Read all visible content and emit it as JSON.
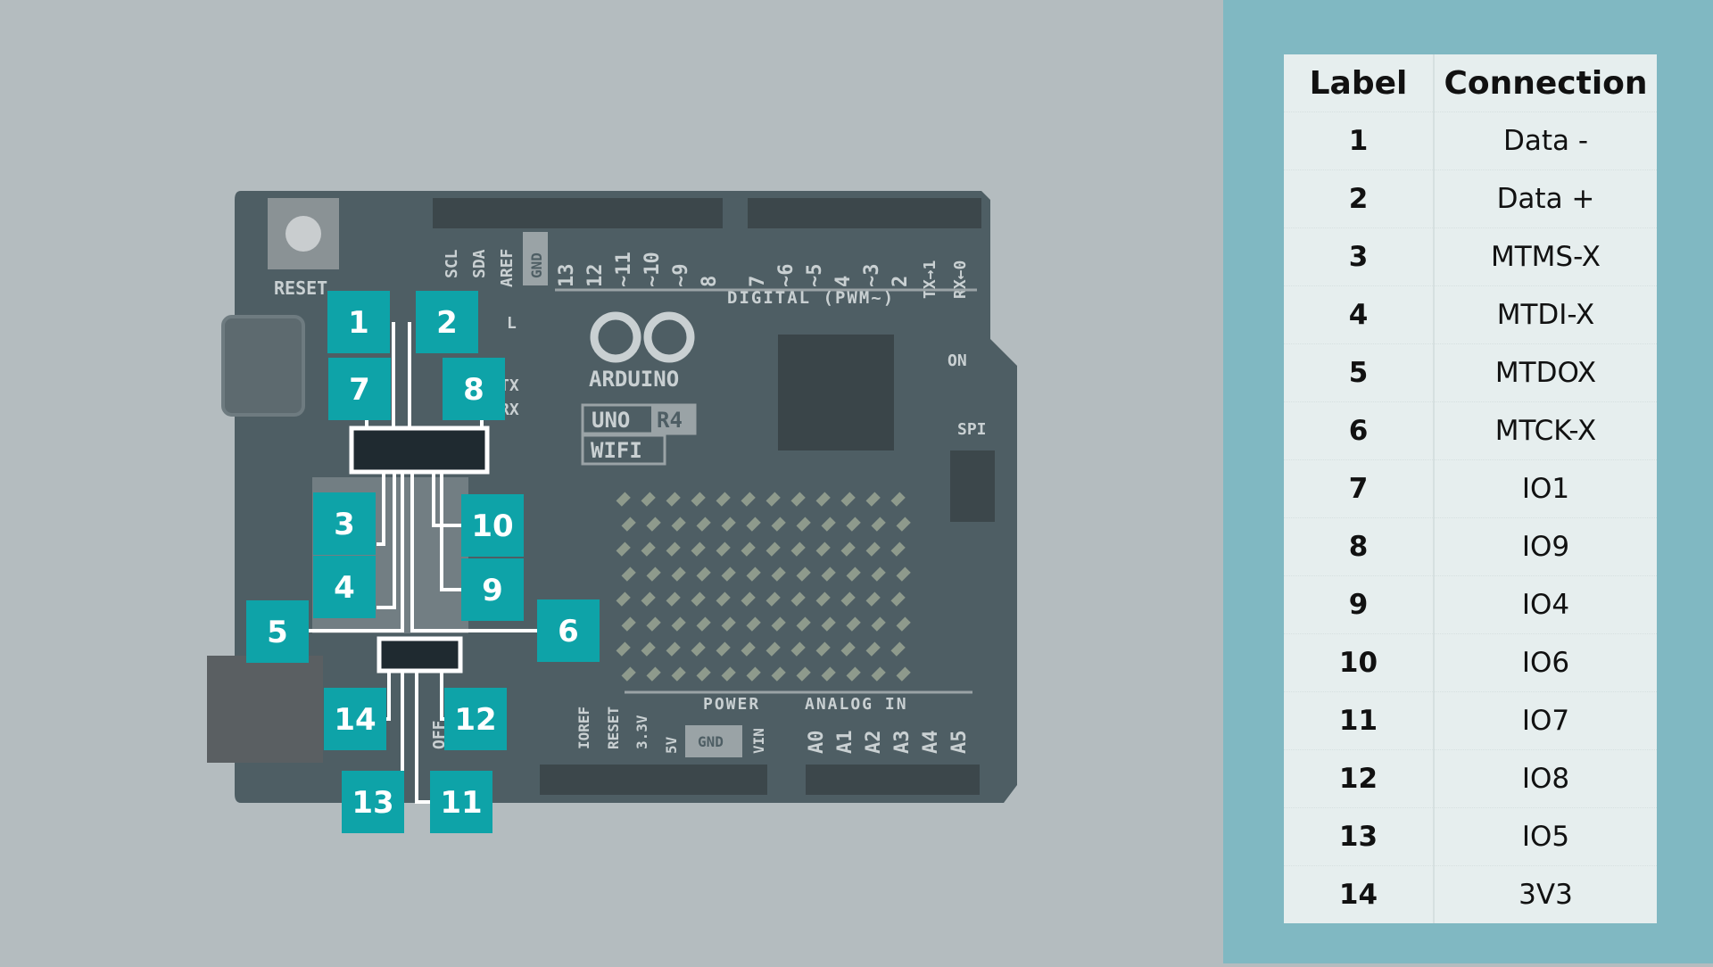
{
  "board": {
    "silkscreen": {
      "reset": "RESET",
      "scl": "SCL",
      "sda": "SDA",
      "aref": "AREF",
      "gnd_top": "GND",
      "digital_pins": [
        "13",
        "12",
        "~11",
        "~10",
        "~9",
        "8",
        "7",
        "~6",
        "~5",
        "4",
        "~3",
        "2",
        "TX→1",
        "RX←0"
      ],
      "digital_title": "DIGITAL (PWM~)",
      "brand": "ARDUINO",
      "model": "UNO",
      "revision": "R4",
      "variant": "WIFI",
      "led_l": "L",
      "tx": "TX",
      "rx": "RX",
      "on": "ON",
      "spi": "SPI",
      "power_title": "POWER",
      "analog_title": "ANALOG IN",
      "power_pins": [
        "IOREF",
        "RESET",
        "3.3V",
        "5V",
        "GND",
        "VIN"
      ],
      "analog_pins": [
        "A0",
        "A1",
        "A2",
        "A3",
        "A4",
        "A5"
      ],
      "off": "OFF"
    },
    "callouts": [
      "1",
      "2",
      "3",
      "4",
      "5",
      "6",
      "7",
      "8",
      "9",
      "10",
      "11",
      "12",
      "13",
      "14"
    ]
  },
  "table": {
    "headers": [
      "Label",
      "Connection"
    ],
    "rows": [
      {
        "label": "1",
        "connection": "Data -"
      },
      {
        "label": "2",
        "connection": "Data +"
      },
      {
        "label": "3",
        "connection": "MTMS-X"
      },
      {
        "label": "4",
        "connection": "MTDI-X"
      },
      {
        "label": "5",
        "connection": "MTDOX"
      },
      {
        "label": "6",
        "connection": "MTCK-X"
      },
      {
        "label": "7",
        "connection": "IO1"
      },
      {
        "label": "8",
        "connection": "IO9"
      },
      {
        "label": "9",
        "connection": "IO4"
      },
      {
        "label": "10",
        "connection": "IO6"
      },
      {
        "label": "11",
        "connection": "IO7"
      },
      {
        "label": "12",
        "connection": "IO8"
      },
      {
        "label": "13",
        "connection": "IO5"
      },
      {
        "label": "14",
        "connection": "3V3"
      }
    ]
  },
  "colors": {
    "callout": "#0ea3a8",
    "panel": "#80b8c2",
    "background": "#b4bcbf",
    "board": "#4e5e64"
  }
}
